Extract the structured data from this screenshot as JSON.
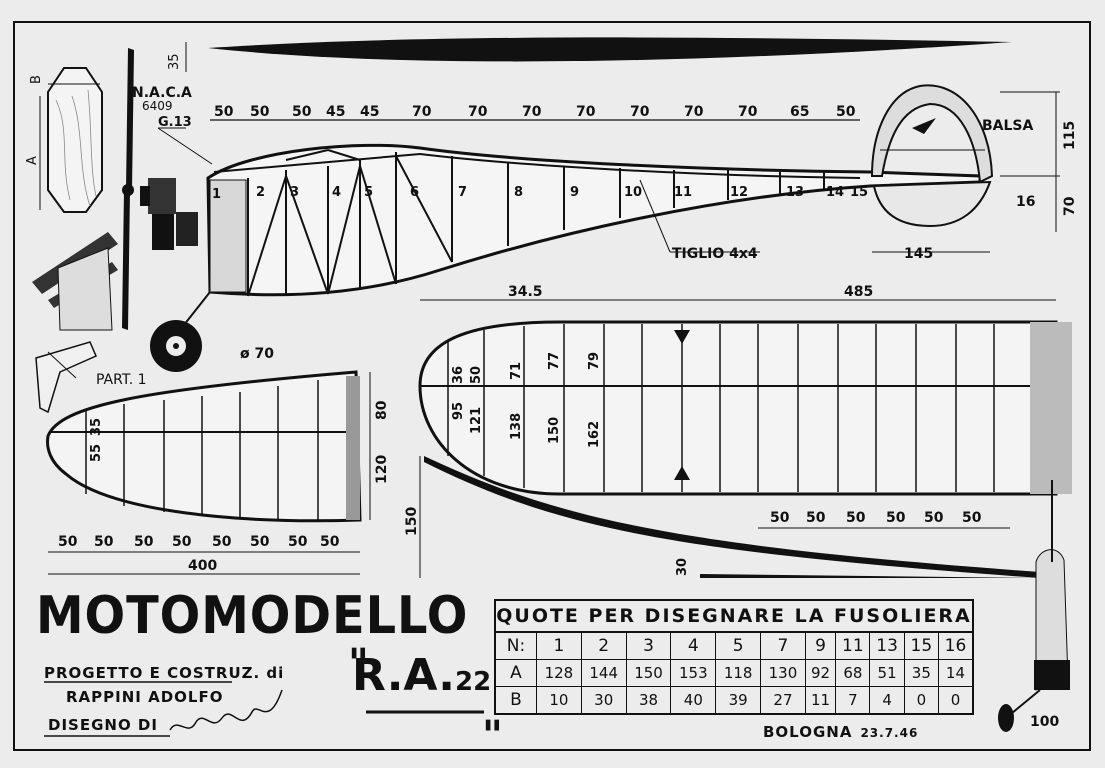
{
  "title": "MOTOMODELLO",
  "model_name": "R.A.",
  "model_number": "22",
  "credits": {
    "line1": "PROGETTO E COSTRUZ. di",
    "line2": "RAPPINI ADOLFO",
    "line3": "DISEGNO DI"
  },
  "place": "BOLOGNA",
  "date": "23.7.46",
  "table": {
    "title": "QUOTE PER DISEGNARE LA FUSOLIERA",
    "row_labels": [
      "N:",
      "A",
      "B"
    ],
    "columns": [
      "1",
      "2",
      "3",
      "4",
      "5",
      "7",
      "9",
      "11",
      "13",
      "15",
      "16"
    ],
    "A": [
      "128",
      "144",
      "150",
      "153",
      "118",
      "130",
      "92",
      "68",
      "51",
      "35",
      "14"
    ],
    "B": [
      "10",
      "30",
      "38",
      "40",
      "39",
      "27",
      "11",
      "7",
      "4",
      "0",
      "0"
    ]
  },
  "labels": {
    "naca": "N.A.C.A",
    "naca_num": "6409",
    "g": "G.13",
    "balsa": "BALSA",
    "tiglio": "TIGLIO 4x4",
    "part": "PART. 1",
    "wheel": "ø 70",
    "a": "A",
    "b": "B",
    "dim35": "35",
    "dim115": "115",
    "dim70": "70",
    "dim16": "16",
    "dim145": "145",
    "dim345": "34.5",
    "dim485": "485",
    "dim150": "150",
    "dim30": "30",
    "dim400": "400",
    "dim100": "100",
    "dim80": "80",
    "dim120": "120"
  },
  "fuselage_spacing": [
    "50",
    "50",
    "50",
    "45",
    "45",
    "70",
    "70",
    "70",
    "70",
    "70",
    "70",
    "70",
    "65",
    "50"
  ],
  "station_numbers": [
    "1",
    "2",
    "3",
    "4",
    "5",
    "6",
    "7",
    "8",
    "9",
    "10",
    "11",
    "12",
    "13",
    "14",
    "15"
  ],
  "wing_chords_top": [
    "36",
    "50",
    "71",
    "77",
    "79"
  ],
  "wing_chords_bottom": [
    "95",
    "121",
    "138",
    "150",
    "162"
  ],
  "wing_spacing": [
    "50",
    "50",
    "50",
    "50",
    "50",
    "50"
  ],
  "tail_chords": [
    "35",
    "55"
  ],
  "tail_spacing": [
    "50",
    "50",
    "50",
    "50",
    "50",
    "50",
    "50",
    "50"
  ]
}
